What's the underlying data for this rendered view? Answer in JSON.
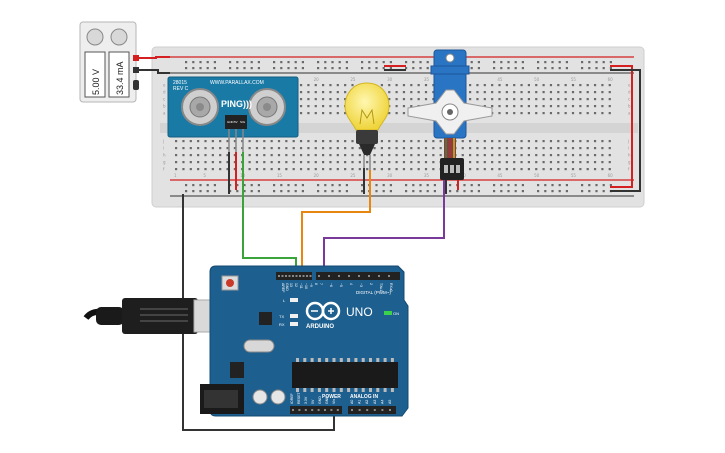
{
  "power_supply": {
    "voltage": "5.00 V",
    "current": "33.4 mA"
  },
  "breadboard": {
    "column_numbers": [
      "1",
      "5",
      "10",
      "15",
      "20",
      "25",
      "30",
      "35",
      "40",
      "45",
      "50",
      "55",
      "60"
    ],
    "row_letters_top": [
      "a",
      "b",
      "c",
      "d",
      "e"
    ],
    "row_letters_bottom": [
      "f",
      "g",
      "h",
      "i",
      "j"
    ]
  },
  "ultrasonic_sensor": {
    "model": "28015",
    "rev": "REV C",
    "url": "WWW.PARALLAX.COM",
    "name": "PING)))",
    "pins": [
      "GND",
      "5V",
      "SIG"
    ]
  },
  "arduino": {
    "brand": "ARDUINO",
    "model": "UNO",
    "digital_label": "DIGITAL (PWM~)",
    "power_label": "POWER",
    "analog_label": "ANALOG IN",
    "on_label": "ON",
    "leds": [
      "L",
      "TX",
      "RX"
    ],
    "digital_pins": [
      "AREF",
      "GND",
      "13",
      "12",
      "~11",
      "~10",
      "~9",
      "8",
      "7",
      "~6",
      "~5",
      "4",
      "~3",
      "2",
      "TX▸1",
      "RX◂0"
    ],
    "power_pins": [
      "IOREF",
      "RESET",
      "3.3V",
      "5V",
      "GND",
      "GND",
      "Vin"
    ],
    "analog_pins": [
      "A0",
      "A1",
      "A2",
      "A3",
      "A4",
      "A5"
    ]
  },
  "colors": {
    "wire_green": "#3aa33a",
    "wire_orange": "#e8870f",
    "wire_purple": "#7a3a9a",
    "wire_black": "#333333",
    "wire_red": "#d42020",
    "arduino_blue": "#1d5f8f",
    "sensor_blue": "#1a7aa6",
    "bulb_yellow": "#f5e15a",
    "servo_blue": "#2a74c4"
  }
}
